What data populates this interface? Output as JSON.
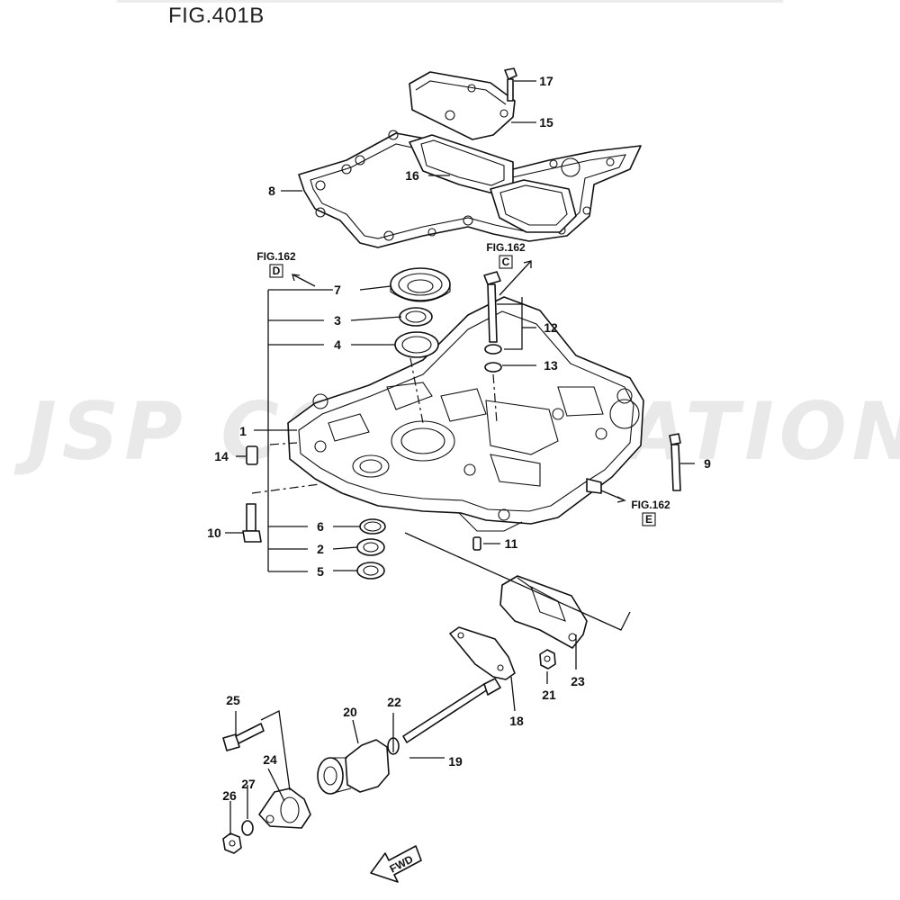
{
  "figure": {
    "title": "FIG.401B"
  },
  "watermark": {
    "text": "JSP CORPORATION"
  },
  "callouts": [
    "1",
    "2",
    "3",
    "4",
    "5",
    "6",
    "7",
    "8",
    "9",
    "10",
    "11",
    "12",
    "13",
    "14",
    "15",
    "16",
    "17",
    "18",
    "19",
    "20",
    "21",
    "22",
    "23",
    "24",
    "25",
    "26",
    "27"
  ],
  "references": [
    {
      "fig": "FIG.162",
      "letter": "D"
    },
    {
      "fig": "FIG.162",
      "letter": "C"
    },
    {
      "fig": "FIG.162",
      "letter": "E"
    }
  ],
  "direction": {
    "label": "FWD"
  },
  "colors": {
    "line": "#111111",
    "background": "#ffffff",
    "watermark": "#e9e9e9"
  }
}
